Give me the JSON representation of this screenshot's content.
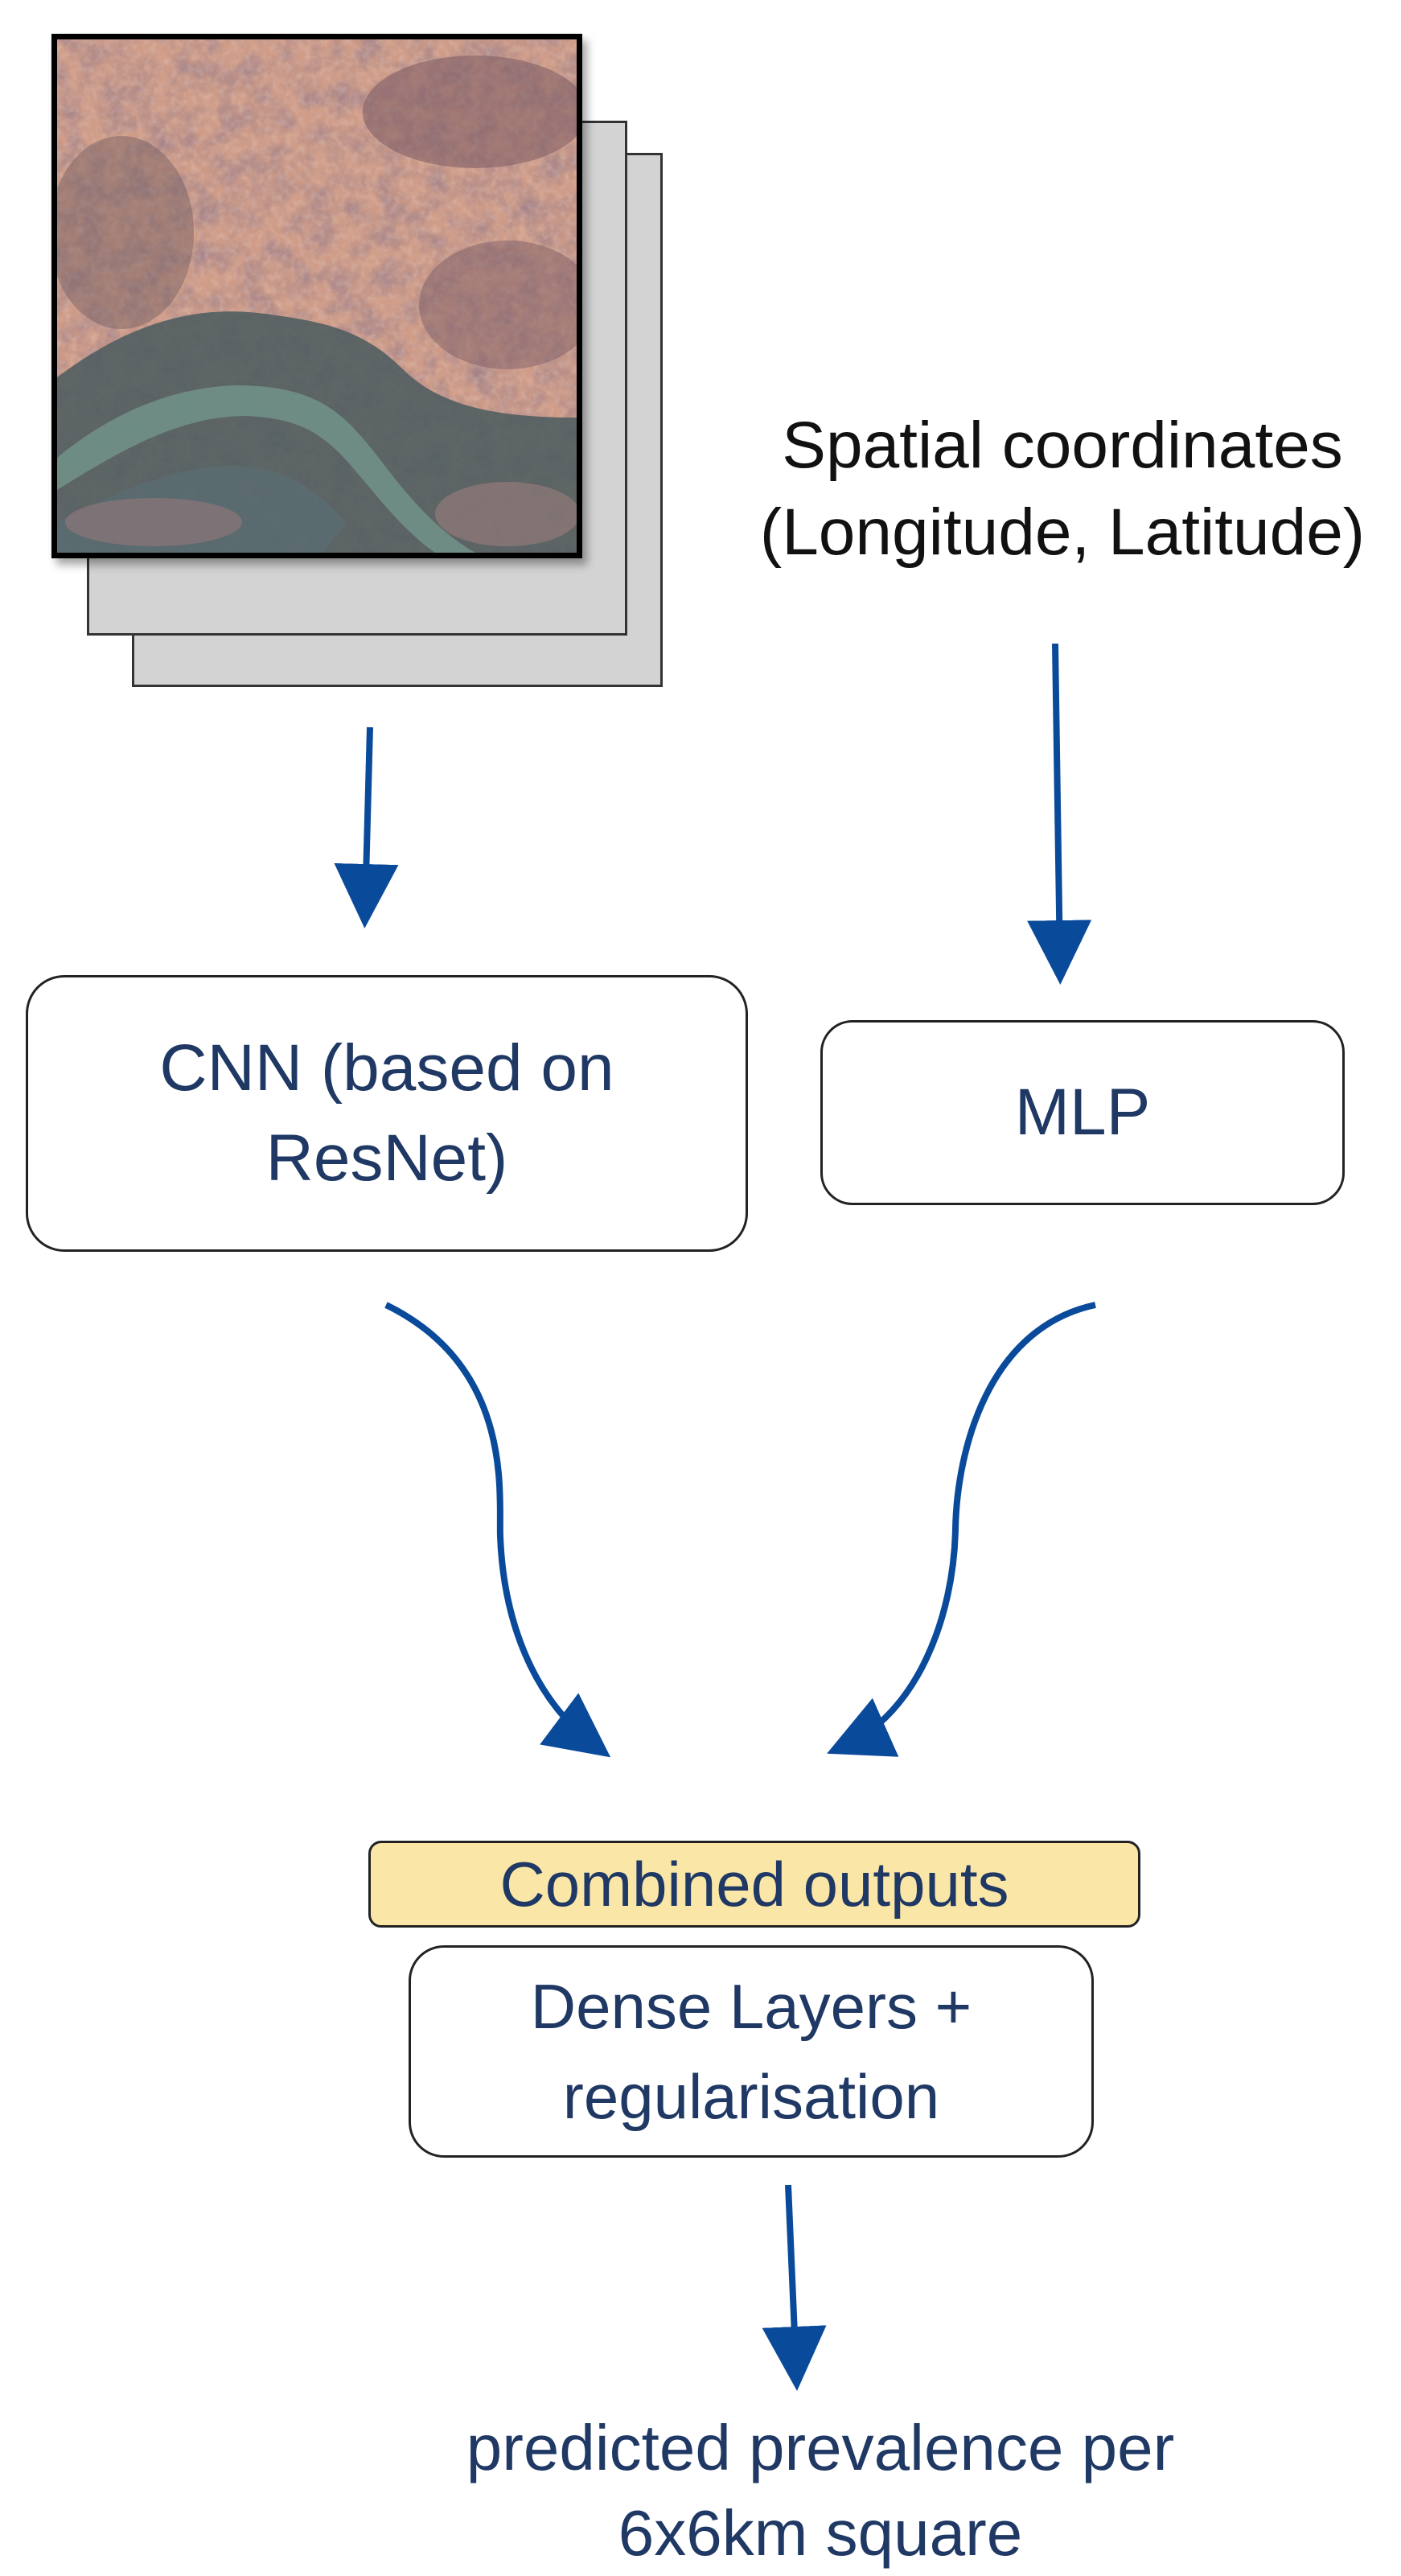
{
  "inputs": {
    "spatial_label_line1": "Spatial coordinates",
    "spatial_label_line2": "(Longitude, Latitude)"
  },
  "models": {
    "cnn_label": "CNN (based on ResNet)",
    "mlp_label": "MLP"
  },
  "fusion": {
    "combined_label": "Combined outputs",
    "dense_label": "Dense Layers + regularisation"
  },
  "output": {
    "line1": "predicted prevalence per",
    "line2": "6x6km square"
  },
  "colors": {
    "arrow": "#0a4a9a",
    "text_dark_blue": "#1f3864",
    "combined_fill": "#fae7a8",
    "sheet_fill": "#d3d3d3"
  }
}
